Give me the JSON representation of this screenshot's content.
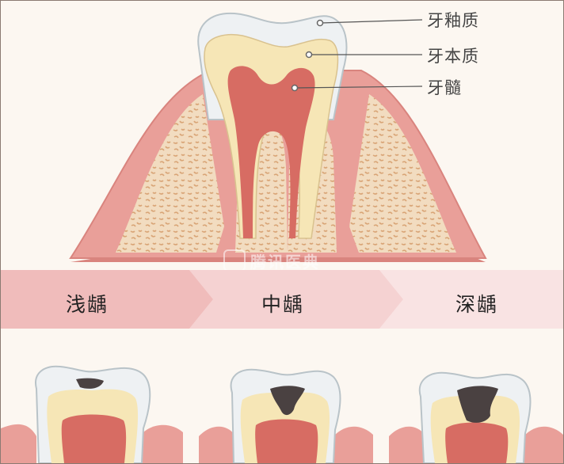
{
  "labels": {
    "enamel": "牙釉质",
    "dentin": "牙本质",
    "pulp": "牙髓"
  },
  "watermark": "腾讯医典",
  "stages": [
    {
      "label": "浅龋",
      "depth": 1
    },
    {
      "label": "中龋",
      "depth": 2
    },
    {
      "label": "深龋",
      "depth": 3
    }
  ],
  "colors": {
    "gum": "#e99f99",
    "gum_dark": "#d9847e",
    "bone": "#f2dcc0",
    "bone_dots": "#d9a577",
    "enamel": "#eef1f3",
    "dentin": "#f6e6b6",
    "pulp": "#d76c63",
    "caries": "#4a4141",
    "band_pink": "#f2c4c3",
    "band_light": "#f7dcdc"
  }
}
